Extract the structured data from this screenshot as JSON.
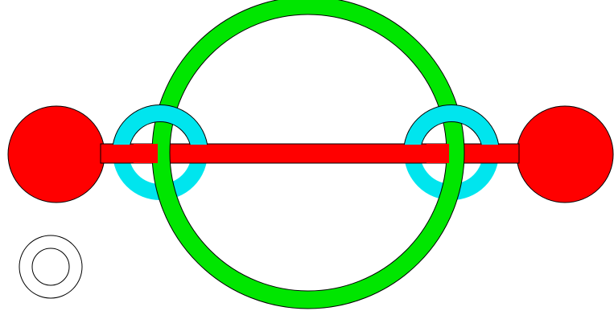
{
  "diagram": {
    "background": "#ffffff",
    "colors": {
      "bar": "#ff0000",
      "end_ball": "#ff0000",
      "side_ring": "#00e5ee",
      "big_ring": "#00e600",
      "outline": "#000000",
      "small_ring": "#ffffff"
    },
    "elements": [
      "bar",
      "left-end-ball",
      "right-end-ball",
      "left-side-ring",
      "right-side-ring",
      "big-green-ring",
      "small-ring-symbol"
    ]
  }
}
